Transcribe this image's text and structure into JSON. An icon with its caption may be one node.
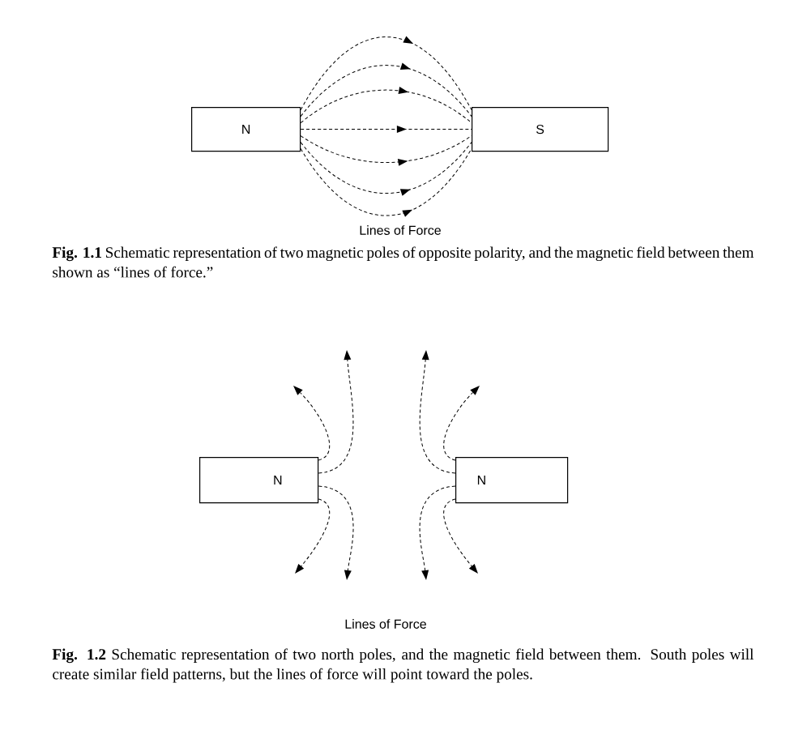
{
  "diagram": {
    "nodes": [
      {
        "text": [
          "N"
        ]
      },
      {
        "text": [
          "S"
        ]
      },
      {
        "text": [
          "N"
        ]
      },
      {
        "text": [
          "N"
        ]
      }
    ],
    "edges": [
      {
        "from": 0,
        "to": 1,
        "arrow": "to",
        "style": "dashed"
      },
      {
        "from": 0,
        "to": 1,
        "arrow": "to",
        "style": "dashed"
      },
      {
        "from": 0,
        "to": 1,
        "arrow": "to",
        "style": "dashed"
      },
      {
        "from": 0,
        "to": 1,
        "arrow": "to",
        "style": "dashed"
      },
      {
        "from": 0,
        "to": 1,
        "arrow": "to",
        "style": "dashed"
      },
      {
        "from": 0,
        "to": 1,
        "arrow": "to",
        "style": "dashed"
      },
      {
        "from": 0,
        "to": 1,
        "arrow": "to",
        "style": "dashed"
      },
      {
        "from": 2,
        "to": null,
        "arrow": "to",
        "style": "dashed"
      },
      {
        "from": 2,
        "to": null,
        "arrow": "to",
        "style": "dashed"
      },
      {
        "from": 2,
        "to": null,
        "arrow": "to",
        "style": "dashed"
      },
      {
        "from": 2,
        "to": null,
        "arrow": "to",
        "style": "dashed"
      },
      {
        "from": 3,
        "to": null,
        "arrow": "to",
        "style": "dashed"
      },
      {
        "from": 3,
        "to": null,
        "arrow": "to",
        "style": "dashed"
      },
      {
        "from": 3,
        "to": null,
        "arrow": "to",
        "style": "dashed"
      },
      {
        "from": 3,
        "to": null,
        "arrow": "to",
        "style": "dashed"
      }
    ],
    "labels": [
      "Lines of Force",
      "**Fig. 1.1** Schematic representation of two magnetic poles of opposite polarity, and the magnetic field between them shown as “lines of force.”",
      "Lines of Force",
      "**Fig. 1.2** Schematic representation of two north poles, and the magnetic field between them. South poles will create similar field patterns, but the lines of force will point toward the poles."
    ]
  }
}
